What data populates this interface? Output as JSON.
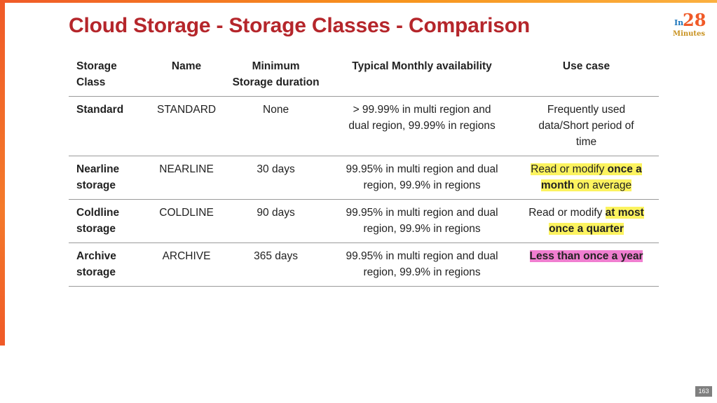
{
  "slide": {
    "title": "Cloud Storage - Storage Classes - Comparison",
    "page_number": "163",
    "colors": {
      "accent_orange": "#f05a28",
      "title_red": "#b5262b",
      "highlight_yellow": "#fcf35f",
      "highlight_pink": "#f07ed0"
    }
  },
  "logo": {
    "prefix": "In",
    "number": "28",
    "word": "Minutes"
  },
  "table": {
    "headers": {
      "storage_class_line1": "Storage",
      "storage_class_line2": "Class",
      "name": "Name",
      "min_duration_line1": "Minimum",
      "min_duration_line2": "Storage duration",
      "availability": "Typical Monthly availability",
      "use_case": "Use case"
    },
    "rows": [
      {
        "class_line1": "Standard",
        "class_line2": "",
        "name": "STANDARD",
        "min_duration": "None",
        "availability_line1": "> 99.99% in multi region and",
        "availability_line2": "dual region, 99.99% in regions",
        "use_case": {
          "line1": "Frequently used",
          "line2": "data/Short period of",
          "line3": "time"
        }
      },
      {
        "class_line1": "Nearline",
        "class_line2": "storage",
        "name": "NEARLINE",
        "min_duration": "30 days",
        "availability_line1": "99.95% in multi region and dual",
        "availability_line2": "region, 99.9% in regions",
        "use_case": {
          "part1": "Read or modify ",
          "part2_bold": "once a",
          "part3_bold": "month",
          "part4": " on average"
        }
      },
      {
        "class_line1": "Coldline",
        "class_line2": "storage",
        "name": "COLDLINE",
        "min_duration": "90 days",
        "availability_line1": "99.95% in multi region and dual",
        "availability_line2": "region, 99.9% in regions",
        "use_case": {
          "part1": "Read or modify ",
          "part2_bold": "at most",
          "part3_bold": "once a quarter"
        }
      },
      {
        "class_line1": "Archive",
        "class_line2": "storage",
        "name": "ARCHIVE",
        "min_duration": "365 days",
        "availability_line1": "99.95% in multi region and dual",
        "availability_line2": "region, 99.9% in regions",
        "use_case": {
          "text_bold": "Less than once a year"
        }
      }
    ]
  }
}
